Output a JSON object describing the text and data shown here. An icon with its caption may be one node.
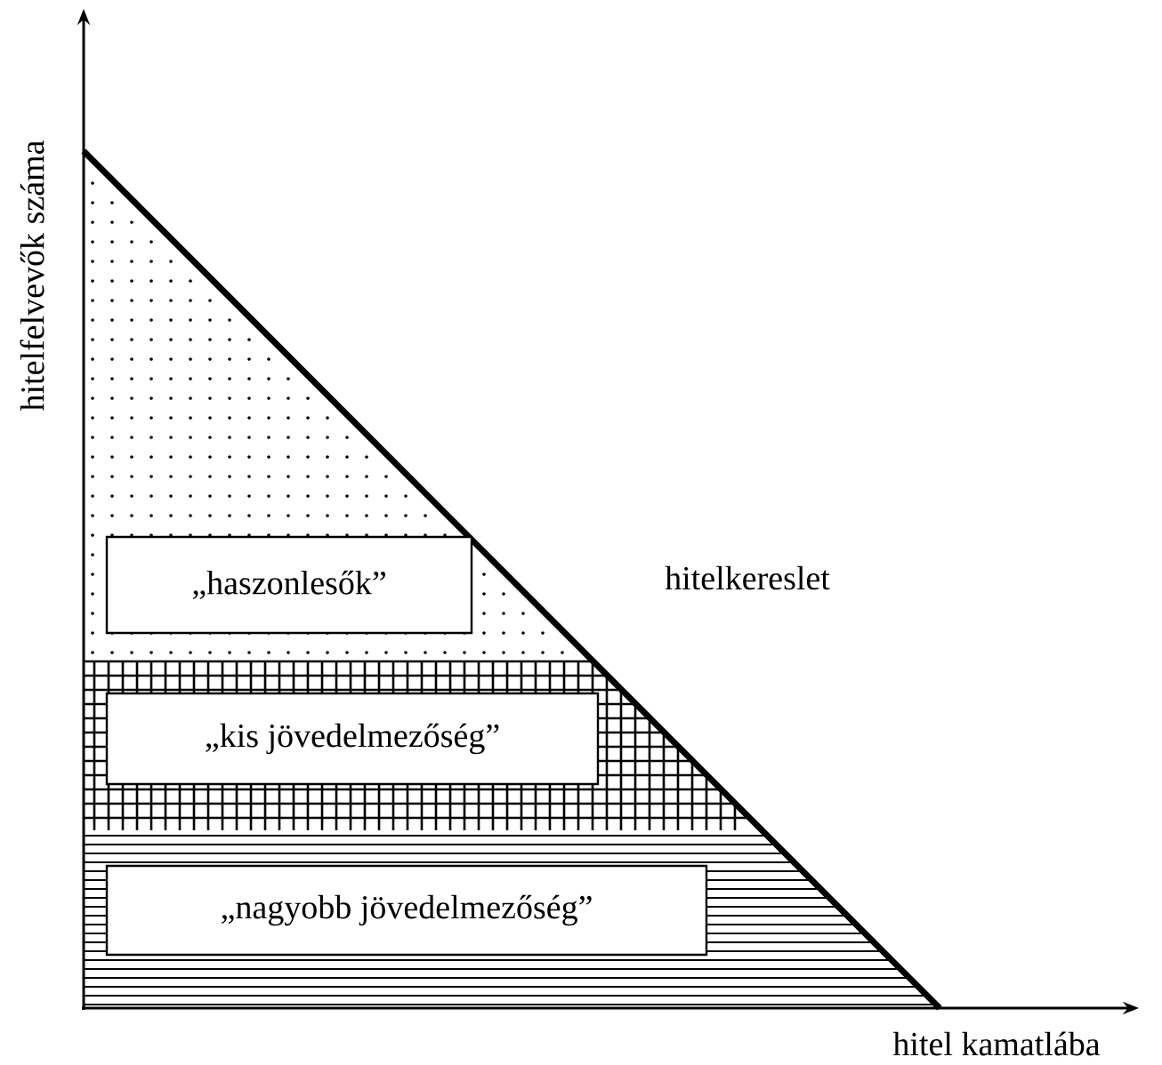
{
  "diagram": {
    "nodes": [
      {
        "text": [
          "„haszonlesők”"
        ]
      },
      {
        "text": [
          "„kis jövedelmezőség”"
        ]
      },
      {
        "text": [
          "„nagyobb jövedelmezőség”"
        ]
      }
    ],
    "labels": [
      "hitelfelvevők száma",
      "hitelkereslet",
      "hitel kamatlába"
    ]
  }
}
